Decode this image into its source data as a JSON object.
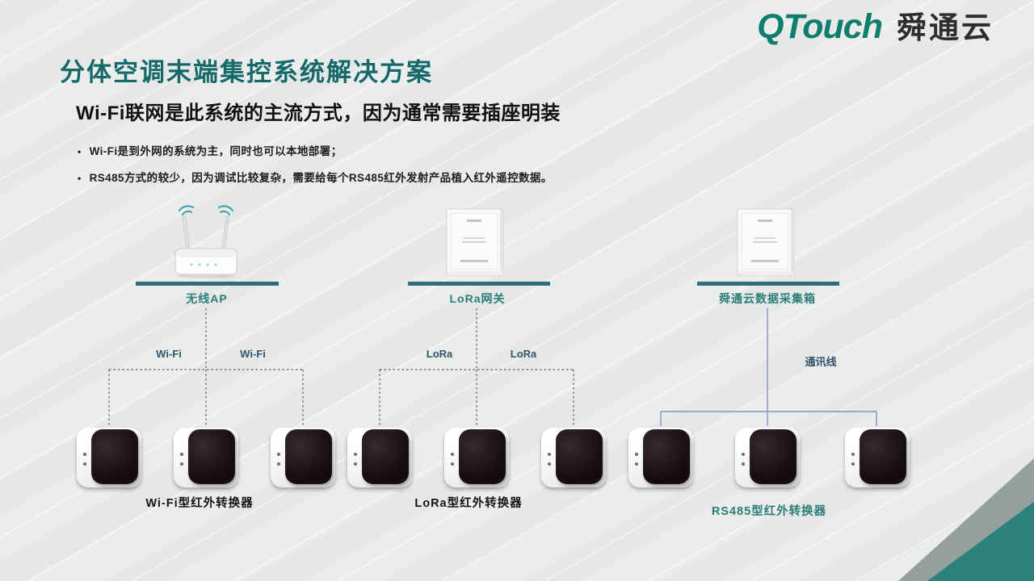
{
  "colors": {
    "brand": "#0f7e6f",
    "title": "#15696a",
    "accent": "#2a7d78",
    "bar": "#2f6e78",
    "link_label": "#31566b",
    "dashed_line": "#5d5d5d",
    "solid_line": "#8093c5",
    "corner_teal": "#2c827b",
    "corner_gray": "#93a09e"
  },
  "header": {
    "brand_en": "QTouch",
    "brand_cn": "舜通云"
  },
  "title": "分体空调末端集控系统解决方案",
  "subtitle": "Wi-Fi联网是此系统的主流方式，因为通常需要插座明装",
  "bullets": [
    "Wi-Fi是到外网的系统为主，同时也可以本地部署；",
    "RS485方式的较少，因为调试比较复杂，需要给每个RS485红外发射产品植入红外遥控数据。"
  ],
  "diagram": {
    "groups": [
      {
        "device_label": "无线AP",
        "links": [
          "Wi-Fi",
          "Wi-Fi"
        ],
        "converter_label": "Wi-Fi型红外转换器"
      },
      {
        "device_label": "LoRa网关",
        "links": [
          "LoRa",
          "LoRa"
        ],
        "converter_label": "LoRa型红外转换器"
      },
      {
        "device_label": "舜通云数据采集箱",
        "links": [
          "通讯线"
        ],
        "converter_label": "RS485型红外转换器"
      }
    ]
  }
}
